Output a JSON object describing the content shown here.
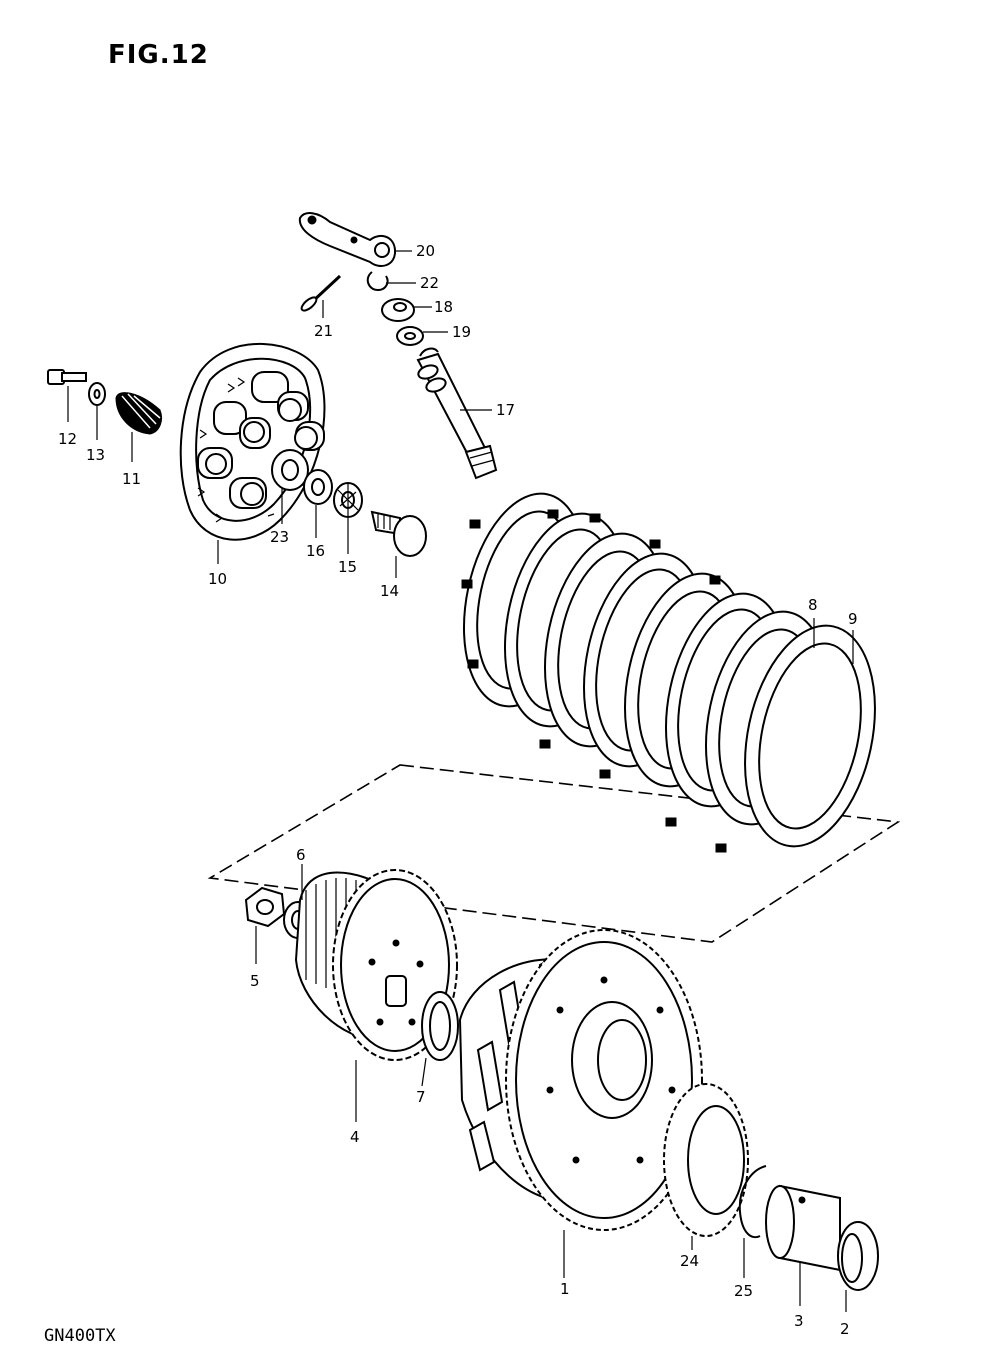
{
  "figure": {
    "title": "FIG.12",
    "model_code": "GN400TX"
  },
  "callouts": [
    {
      "id": "1",
      "text": "1"
    },
    {
      "id": "2",
      "text": "2"
    },
    {
      "id": "3",
      "text": "3"
    },
    {
      "id": "4",
      "text": "4"
    },
    {
      "id": "5",
      "text": "5"
    },
    {
      "id": "6",
      "text": "6"
    },
    {
      "id": "7",
      "text": "7"
    },
    {
      "id": "8",
      "text": "8"
    },
    {
      "id": "9",
      "text": "9"
    },
    {
      "id": "10",
      "text": "10"
    },
    {
      "id": "11",
      "text": "11"
    },
    {
      "id": "12",
      "text": "12"
    },
    {
      "id": "13",
      "text": "13"
    },
    {
      "id": "14",
      "text": "14"
    },
    {
      "id": "15",
      "text": "15"
    },
    {
      "id": "16",
      "text": "16"
    },
    {
      "id": "17",
      "text": "17"
    },
    {
      "id": "18",
      "text": "18"
    },
    {
      "id": "19",
      "text": "19"
    },
    {
      "id": "20",
      "text": "20"
    },
    {
      "id": "21",
      "text": "21"
    },
    {
      "id": "22",
      "text": "22"
    },
    {
      "id": "23",
      "text": "23"
    },
    {
      "id": "24",
      "text": "24"
    },
    {
      "id": "25",
      "text": "25"
    }
  ]
}
